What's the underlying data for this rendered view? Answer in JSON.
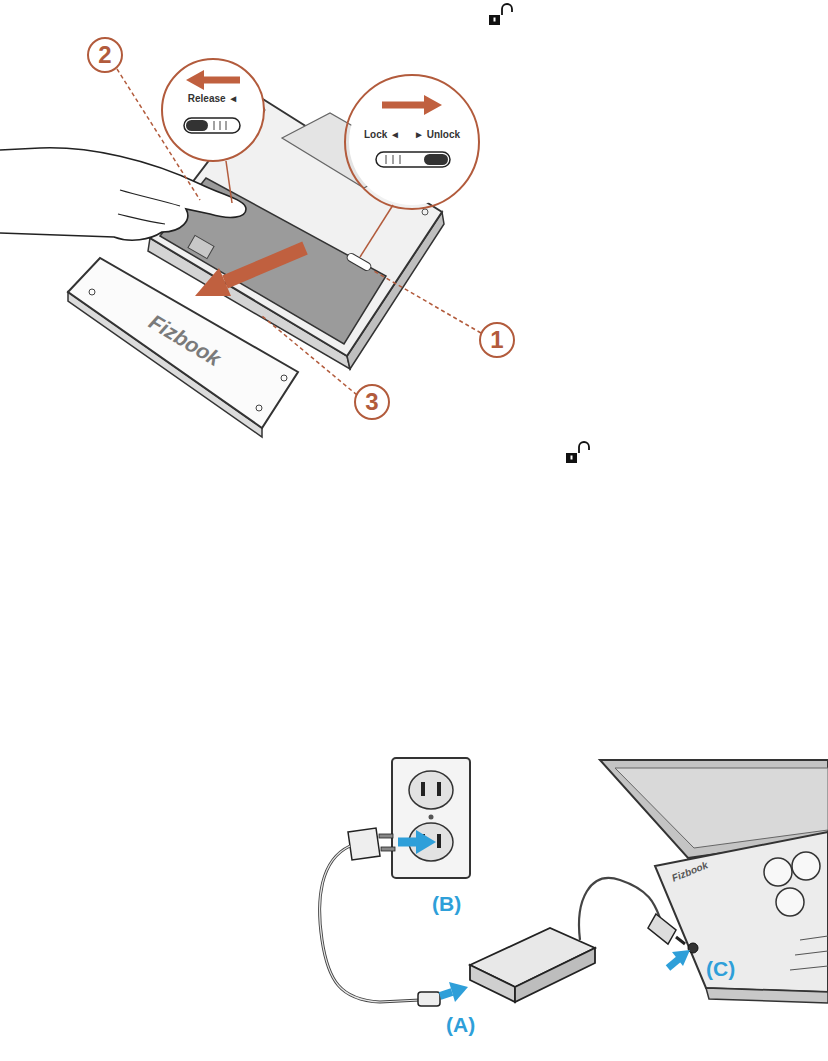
{
  "diagram": {
    "nodes": [
      {
        "text": [
          "2"
        ]
      },
      {
        "text": [
          "Release ◄"
        ]
      },
      {
        "text": [
          "Lock ◄",
          "► Unlock"
        ]
      },
      {
        "text": [
          "1"
        ]
      },
      {
        "text": [
          "3"
        ]
      }
    ],
    "labels": [
      "Fizbook",
      "Fizbook",
      "(B)",
      "(C)",
      "(A)"
    ]
  }
}
